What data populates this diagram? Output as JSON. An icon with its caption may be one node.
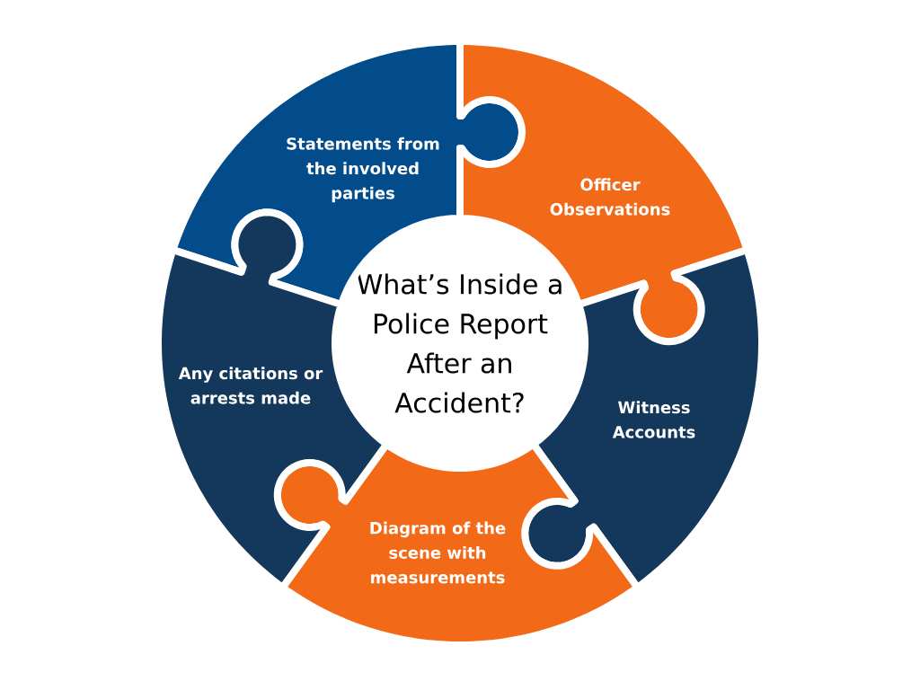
{
  "diagram": {
    "nodes": [
      {
        "text": [
          "What’s Inside a Police Report After an Accident?"
        ]
      },
      {
        "text": [
          "Statements from the involved parties"
        ]
      },
      {
        "text": [
          "Officer Observations"
        ]
      },
      {
        "text": [
          "Witness Accounts"
        ]
      },
      {
        "text": [
          "Diagram of the scene with measurements"
        ]
      },
      {
        "text": [
          "Any citations or arrests made"
        ]
      }
    ]
  }
}
